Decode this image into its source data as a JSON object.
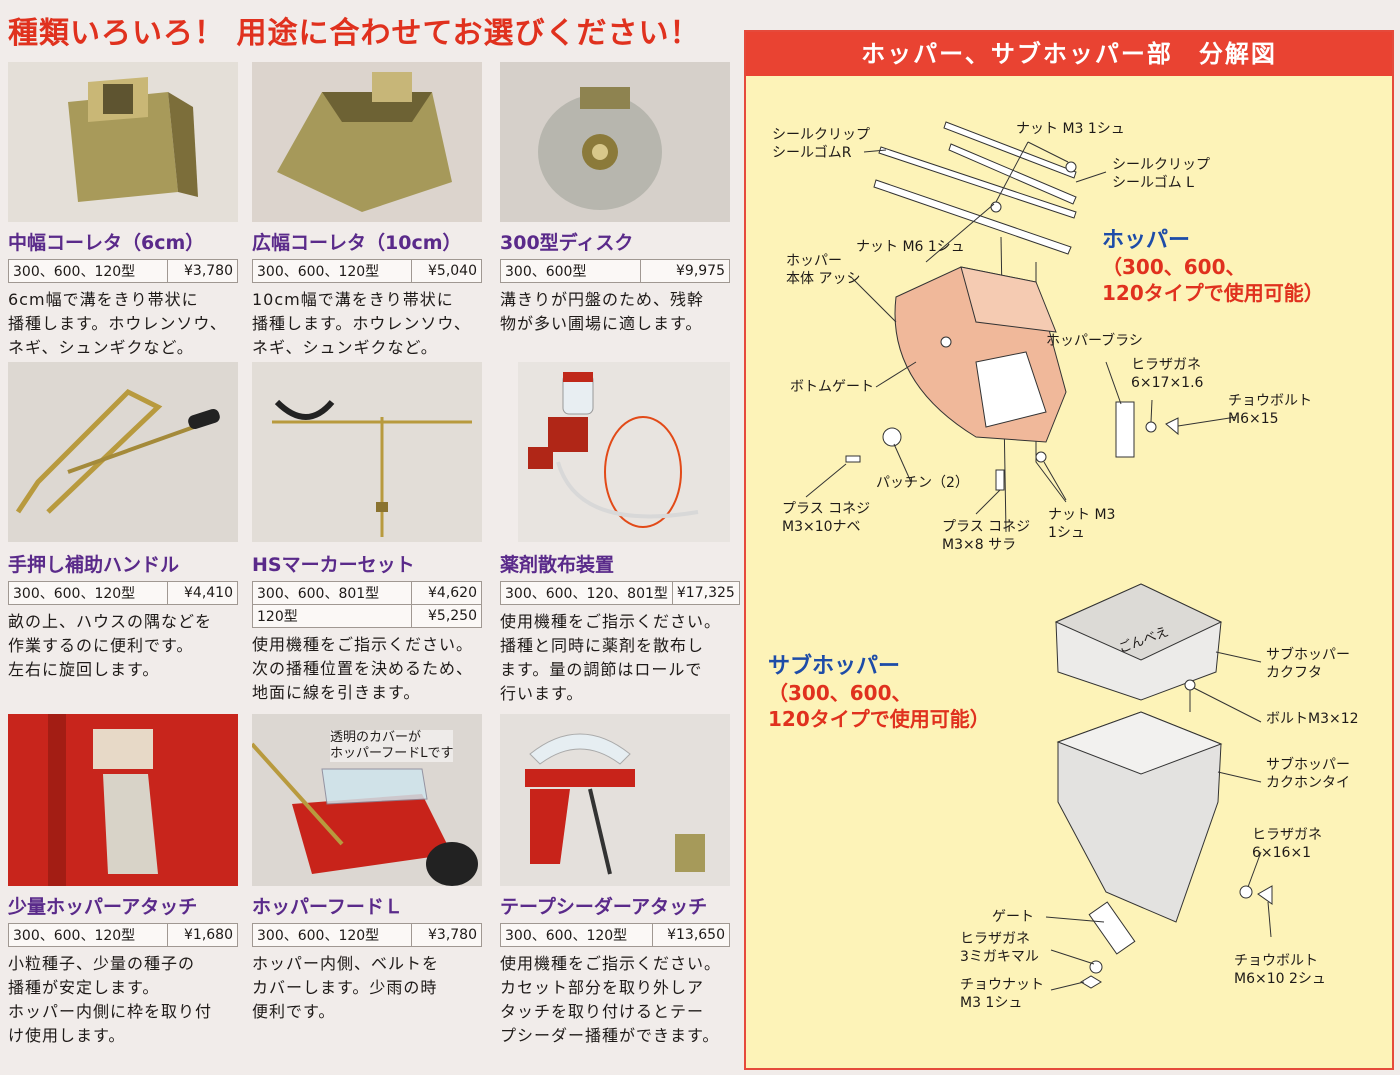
{
  "headline": "種類いろいろ！ 用途に合わせてお選びください！",
  "products": [
    {
      "name": "中幅コーレタ（6cm）",
      "rows": [
        [
          "300、600、120型",
          "¥3,780"
        ]
      ],
      "desc": [
        "6cm幅で溝をきり帯状に",
        "播種します。ホウレンソウ、",
        "ネギ、シュンギクなど。"
      ]
    },
    {
      "name": "広幅コーレタ（10cm）",
      "rows": [
        [
          "300、600、120型",
          "¥5,040"
        ]
      ],
      "desc": [
        "10cm幅で溝をきり帯状に",
        "播種します。ホウレンソウ、",
        "ネギ、シュンギクなど。"
      ]
    },
    {
      "name": "300型ディスク",
      "rows": [
        [
          "300、600型",
          "¥9,975"
        ]
      ],
      "desc": [
        "溝きりが円盤のため、残幹",
        "物が多い圃場に適します。"
      ]
    },
    {
      "name": "手押し補助ハンドル",
      "rows": [
        [
          "300、600、120型",
          "¥4,410"
        ]
      ],
      "desc": [
        "畝の上、ハウスの隅などを",
        "作業するのに便利です。",
        "左右に旋回します。"
      ]
    },
    {
      "name": "HSマーカーセット",
      "rows": [
        [
          "300、600、801型",
          "¥4,620"
        ],
        [
          "120型",
          "¥5,250"
        ]
      ],
      "desc": [
        "使用機種をご指示ください。",
        "次の播種位置を決めるため、",
        "地面に線を引きます。"
      ]
    },
    {
      "name": "薬剤散布装置",
      "rows": [
        [
          "300、600、120、801型",
          "¥17,325"
        ]
      ],
      "desc": [
        "使用機種をご指示ください。",
        "播種と同時に薬剤を散布し",
        "ます。量の調節はロールで",
        "行います。"
      ]
    },
    {
      "name": "少量ホッパーアタッチ",
      "rows": [
        [
          "300、600、120型",
          "¥1,680"
        ]
      ],
      "desc": [
        "小粒種子、少量の種子の",
        "播種が安定します。",
        "ホッパー内側に枠を取り付",
        "け使用します。"
      ]
    },
    {
      "name": "ホッパーフードＬ",
      "rows": [
        [
          "300、600、120型",
          "¥3,780"
        ]
      ],
      "desc": [
        "ホッパー内側、ベルトを",
        "カバーします。少雨の時",
        "便利です。"
      ],
      "callout": [
        "透明のカバーが",
        "ホッパーフードLです"
      ]
    },
    {
      "name": "テープシーダーアタッチ",
      "rows": [
        [
          "300、600、120型",
          "¥13,650"
        ]
      ],
      "desc": [
        "使用機種をご指示ください。",
        "カセット部分を取り外しア",
        "タッチを取り付けるとテー",
        "プシーダー播種ができます。"
      ]
    }
  ],
  "panel": {
    "title": "ホッパー、サブホッパー部　分解図",
    "hopper_title": "ホッパー",
    "hopper_sub": [
      "（300、600、",
      "120タイプで使用可能）"
    ],
    "subhopper_title": "サブホッパー",
    "subhopper_sub": [
      "（300、600、",
      "120タイプで使用可能）"
    ],
    "lid_text": "ごんべえ",
    "labels": {
      "seal_r": [
        "シールクリップ",
        "シールゴムR"
      ],
      "nut_m3_top": "ナット M3 1シュ",
      "seal_l": [
        "シールクリップ",
        "シールゴム L"
      ],
      "nut_m6": "ナット M6 1シュ",
      "hopper_body": [
        "ホッパー",
        "本体 アッシ"
      ],
      "hopper_brush": "ホッパーブラシ",
      "washer_6x17": [
        "ヒラザガネ",
        "6×17×1.6"
      ],
      "bolt_m6x15": [
        "チョウボルト",
        "M6×15"
      ],
      "bottom_gate": "ボトムゲート",
      "patchin": "パッチン（2）",
      "screw_pan": [
        "プラス コネジ",
        "M3×10ナベ"
      ],
      "screw_flat": [
        "プラス コネジ",
        "M3×8 サラ"
      ],
      "nut_m3_bottom": [
        "ナット M3",
        "1シュ"
      ],
      "sub_lid": [
        "サブホッパー",
        "カクフタ"
      ],
      "bolt_m3x12": "ボルトM3×12",
      "sub_body": [
        "サブホッパー",
        "カクホンタイ"
      ],
      "washer_6x16": [
        "ヒラザガネ",
        "6×16×1"
      ],
      "gate": "ゲート",
      "washer_3": [
        "ヒラザガネ",
        "3ミガキマル"
      ],
      "wing_nut": [
        "チョウナット",
        "M3 1シュ"
      ],
      "wing_bolt": [
        "チョウボルト",
        "M6×10 2シュ"
      ]
    }
  },
  "colors": {
    "accent": "#e0311e",
    "title_blue": "#1e4ca8",
    "product_name": "#5a2a8a",
    "panel_bg": "#fdf3b8",
    "hopper_fill": "#f0b89a"
  }
}
